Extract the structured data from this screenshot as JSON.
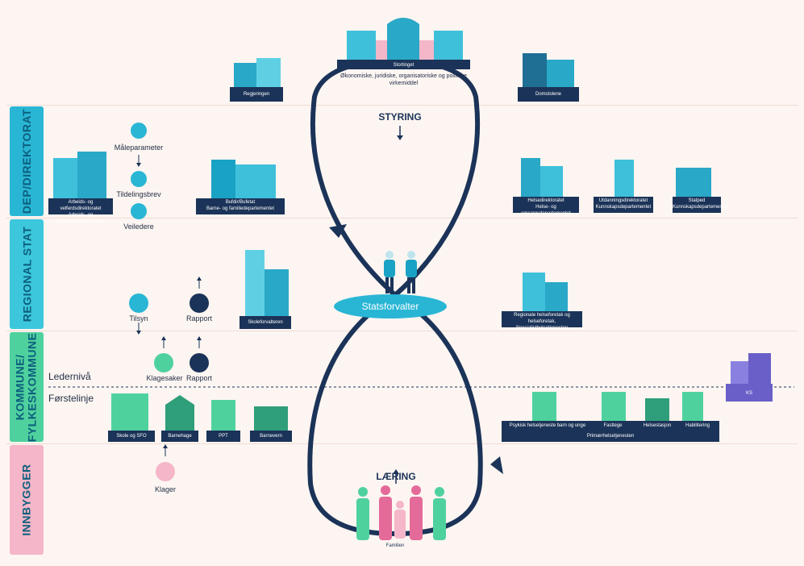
{
  "rows": [
    {
      "id": "dep",
      "label": "DEP/DIREKTORAT",
      "color": "#29b6d5"
    },
    {
      "id": "regional",
      "label": "REGIONAL STAT",
      "color": "#3cc7dc"
    },
    {
      "id": "kommune",
      "label": "KOMMUNE/\nFYLKESKOMMUNE",
      "color": "#4fd19e"
    },
    {
      "id": "innbygger",
      "label": "INNBYGGER",
      "color": "#f4b6c8"
    }
  ],
  "top": {
    "regjeringen": "Regjeringen",
    "stortinget": "Stortinget",
    "stortinget_caption": "Økonomiske, juridiske, organisatoriske og politiske virkemiddel",
    "domstolene": "Domstolene"
  },
  "styring": "STYRING",
  "laering": "LÆRING",
  "statsforvalter": "Statsforvalter",
  "familien": "Familien",
  "chain": {
    "maleparameter": "Måleparameter",
    "tildelingsbrev": "Tildelingsbrev",
    "veiledere": "Veiledere"
  },
  "dep": {
    "arbeid_line1": "Arbeids- og velferdsdirektoratet",
    "arbeid_line2": "Arbeids- og velferdsdepartementet",
    "bufdir_line1": "Bufdir/Bufetat",
    "bufdir_line2": "Barne- og familiedepartementet",
    "helse_line1": "Helsedirektoratet",
    "helse_line2": "Helse- og omsorgsdepartementet",
    "udir_line1": "Utdanningsdirektoratet",
    "udir_line2": "Kunnskapsdepartementet",
    "statped_line1": "Statped",
    "statped_line2": "Kunnskapsdepartementet"
  },
  "regional": {
    "tilsyn": "Tilsyn",
    "rapport": "Rapport",
    "skoleforvalteren": "Skoleforvalteren",
    "helseforetak": "Regionale helseforetak og helseforetak, Spesialisthelsetjenesten"
  },
  "kommune": {
    "klagesaker": "Klagesaker",
    "rapport": "Rapport",
    "ledernivaa": "Ledernivå",
    "forstelinje": "Førstelinje",
    "ks": "KS",
    "skole": "Skole og SFO",
    "barnehage": "Barnehage",
    "ppt": "PPT",
    "barnevern": "Barnevern",
    "psykisk": "Psykisk helsetjeneste barn og unge",
    "fastlege": "Fastlege",
    "helsestasjon": "Helsestasjon",
    "habilitering": "Habilitering",
    "primaer": "Primærhelsetjenesten"
  },
  "innbygger": {
    "klager": "Klager"
  },
  "colors": {
    "navy": "#1b3358",
    "teal": "#29b6d5",
    "green": "#4fd19e",
    "pink": "#f4b6c8",
    "ks": "#6a5fc8"
  }
}
